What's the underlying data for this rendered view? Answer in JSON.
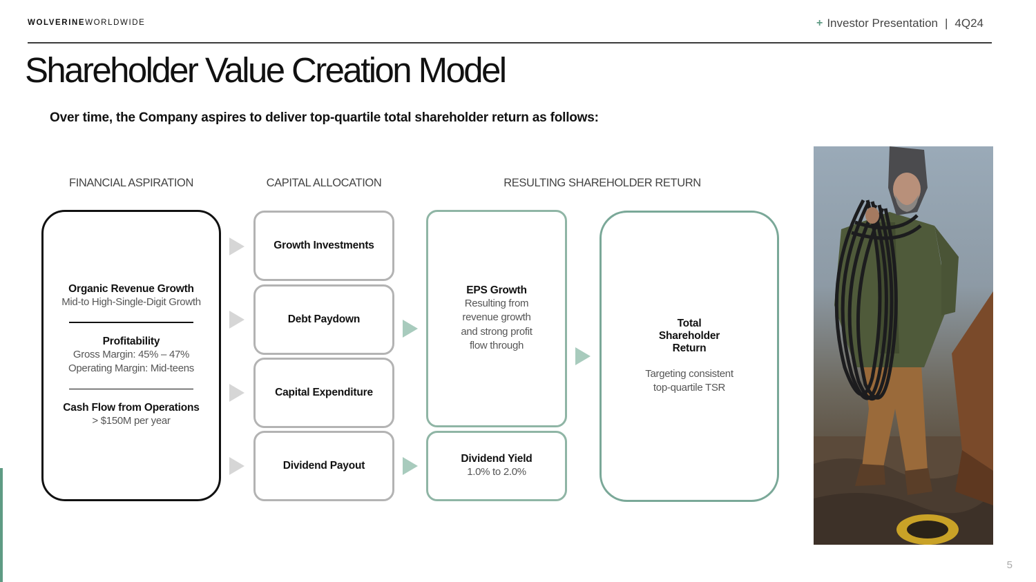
{
  "header": {
    "brand_bold": "WOLVERINE",
    "brand_light": "WORLDWIDE",
    "plus": "+",
    "presentation": "Investor Presentation",
    "separator": "|",
    "period": "4Q24"
  },
  "title": "Shareholder Value Creation Model",
  "subtitle": "Over time, the Company aspires to deliver top-quartile total shareholder return as follows:",
  "columns": {
    "financial": "FINANCIAL ASPIRATION",
    "capital": "CAPITAL ALLOCATION",
    "return": "RESULTING SHAREHOLDER RETURN"
  },
  "aspiration": {
    "organic_title": "Organic Revenue Growth",
    "organic_detail": "Mid-to High-Single-Digit Growth",
    "profit_title": "Profitability",
    "profit_line1": "Gross Margin: 45% – 47%",
    "profit_line2": "Operating Margin: Mid-teens",
    "cash_title": "Cash Flow from Operations",
    "cash_detail": "> $150M per year"
  },
  "allocation": {
    "growth": "Growth Investments",
    "debt": "Debt Paydown",
    "capex": "Capital Expenditure",
    "dividend": "Dividend Payout"
  },
  "results": {
    "eps_title": "EPS Growth",
    "eps_line1": "Resulting from",
    "eps_line2": "revenue growth",
    "eps_line3": "and strong profit",
    "eps_line4": "flow through",
    "yield_title": "Dividend Yield",
    "yield_detail": "1.0% to 2.0%",
    "tsr_line1": "Total",
    "tsr_line2": "Shareholder",
    "tsr_line3": "Return",
    "tsr_detail1": "Targeting consistent",
    "tsr_detail2": "top-quartile TSR"
  },
  "page_number": "5",
  "colors": {
    "accent_green": "#5e9b84",
    "box_green": "#8fb5a5",
    "box_grey": "#b3b3b3",
    "arrow_grey": "#d6d6d6",
    "arrow_green": "#a8cbbd"
  }
}
